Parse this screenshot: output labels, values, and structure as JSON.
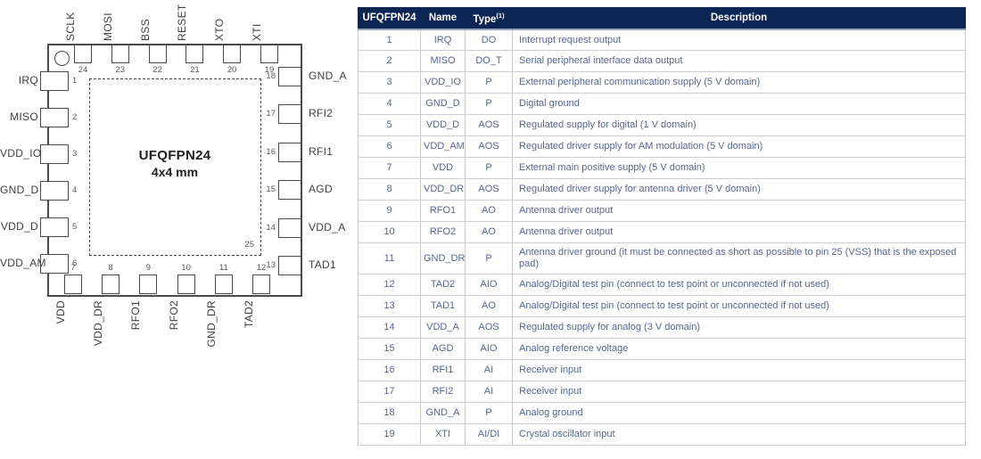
{
  "diagram": {
    "title": "UFQFPN24",
    "subtitle": "4x4 mm",
    "exposed_pad_number": "25",
    "pins": {
      "top": [
        {
          "num": "24",
          "label": "SCLK"
        },
        {
          "num": "23",
          "label": "MOSI"
        },
        {
          "num": "22",
          "label": "BSS"
        },
        {
          "num": "21",
          "label": "RESET"
        },
        {
          "num": "20",
          "label": "XTO"
        },
        {
          "num": "19",
          "label": "XTI"
        }
      ],
      "left": [
        {
          "num": "1",
          "label": "IRQ"
        },
        {
          "num": "2",
          "label": "MISO"
        },
        {
          "num": "3",
          "label": "VDD_IO"
        },
        {
          "num": "4",
          "label": "GND_D"
        },
        {
          "num": "5",
          "label": "VDD_D"
        },
        {
          "num": "6",
          "label": "VDD_AM"
        }
      ],
      "right": [
        {
          "num": "18",
          "label": "GND_A"
        },
        {
          "num": "17",
          "label": "RFI2"
        },
        {
          "num": "16",
          "label": "RFI1"
        },
        {
          "num": "15",
          "label": "AGD"
        },
        {
          "num": "14",
          "label": "VDD_A"
        },
        {
          "num": "13",
          "label": "TAD1"
        }
      ],
      "bottom": [
        {
          "num": "7",
          "label": "VDD"
        },
        {
          "num": "8",
          "label": "VDD_DR"
        },
        {
          "num": "9",
          "label": "RFO1"
        },
        {
          "num": "10",
          "label": "RFO2"
        },
        {
          "num": "11",
          "label": "GND_DR"
        },
        {
          "num": "12",
          "label": "TAD2"
        }
      ]
    }
  },
  "table": {
    "headers": [
      "UFQFPN24",
      "Name",
      "Type",
      "Description"
    ],
    "type_superscript": "(1)",
    "rows": [
      {
        "pin": "1",
        "name": "IRQ",
        "type": "DO",
        "desc": "Interrupt request output"
      },
      {
        "pin": "2",
        "name": "MISO",
        "type": "DO_T",
        "desc": "Serial peripheral interface data output"
      },
      {
        "pin": "3",
        "name": "VDD_IO",
        "type": "P",
        "desc": "External peripheral communication supply (5 V domain)"
      },
      {
        "pin": "4",
        "name": "GND_D",
        "type": "P",
        "desc": "Digital ground"
      },
      {
        "pin": "5",
        "name": "VDD_D",
        "type": "AOS",
        "desc": "Regulated supply for digital (1 V domain)"
      },
      {
        "pin": "6",
        "name": "VDD_AM",
        "type": "AOS",
        "desc": "Regulated driver supply for AM modulation (5 V domain)"
      },
      {
        "pin": "7",
        "name": "VDD",
        "type": "P",
        "desc": "External main positive supply (5 V domain)"
      },
      {
        "pin": "8",
        "name": "VDD_DR",
        "type": "AOS",
        "desc": "Regulated driver supply for antenna driver (5 V domain)"
      },
      {
        "pin": "9",
        "name": "RFO1",
        "type": "AO",
        "desc": "Antenna driver output"
      },
      {
        "pin": "10",
        "name": "RFO2",
        "type": "AO",
        "desc": "Antenna driver output"
      },
      {
        "pin": "11",
        "name": "GND_DR",
        "type": "P",
        "desc": "Antenna driver ground (it must be connected as short as possible to pin 25 (VSS) that is the exposed pad)"
      },
      {
        "pin": "12",
        "name": "TAD2",
        "type": "AIO",
        "desc": "Analog/Digital test pin (connect to test point or unconnected if not used)"
      },
      {
        "pin": "13",
        "name": "TAD1",
        "type": "AO",
        "desc": "Analog/Digital test pin (connect to test point or unconnected if not used)"
      },
      {
        "pin": "14",
        "name": "VDD_A",
        "type": "AOS",
        "desc": "Regulated supply for analog (3 V domain)"
      },
      {
        "pin": "15",
        "name": "AGD",
        "type": "AIO",
        "desc": "Analog reference voltage"
      },
      {
        "pin": "16",
        "name": "RFI1",
        "type": "AI",
        "desc": "Receiver input"
      },
      {
        "pin": "17",
        "name": "RFI2",
        "type": "AI",
        "desc": "Receiver input"
      },
      {
        "pin": "18",
        "name": "GND_A",
        "type": "P",
        "desc": "Analog ground"
      },
      {
        "pin": "19",
        "name": "XTI",
        "type": "AI/DI",
        "desc": "Crystal oscillator input"
      }
    ]
  },
  "colors": {
    "header_bg": "#0c2554",
    "header_text": "#ffffff",
    "body_text": "#56678f",
    "grid": "#c9cdd6",
    "line": "#4a4a4a",
    "label": "#3f3f3f"
  }
}
